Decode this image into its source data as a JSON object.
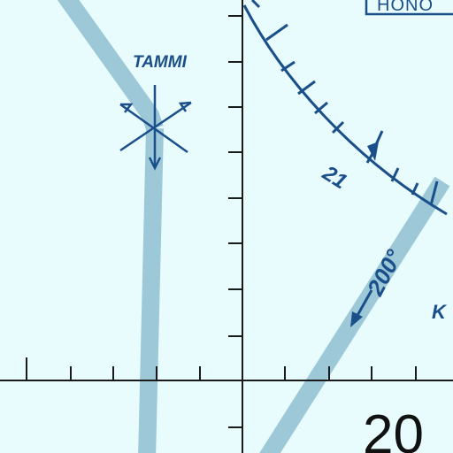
{
  "colors": {
    "background": "#e8fbfd",
    "airway": "#9dc8d8",
    "chart_ink": "#1a4f8a",
    "grid_ink": "#1a1a1a"
  },
  "labels": {
    "fix_name": "TAMMI",
    "radial_course": "200°",
    "compass_number": "21",
    "station_box": "HONO",
    "partial_label": "K",
    "large_number": "20"
  }
}
